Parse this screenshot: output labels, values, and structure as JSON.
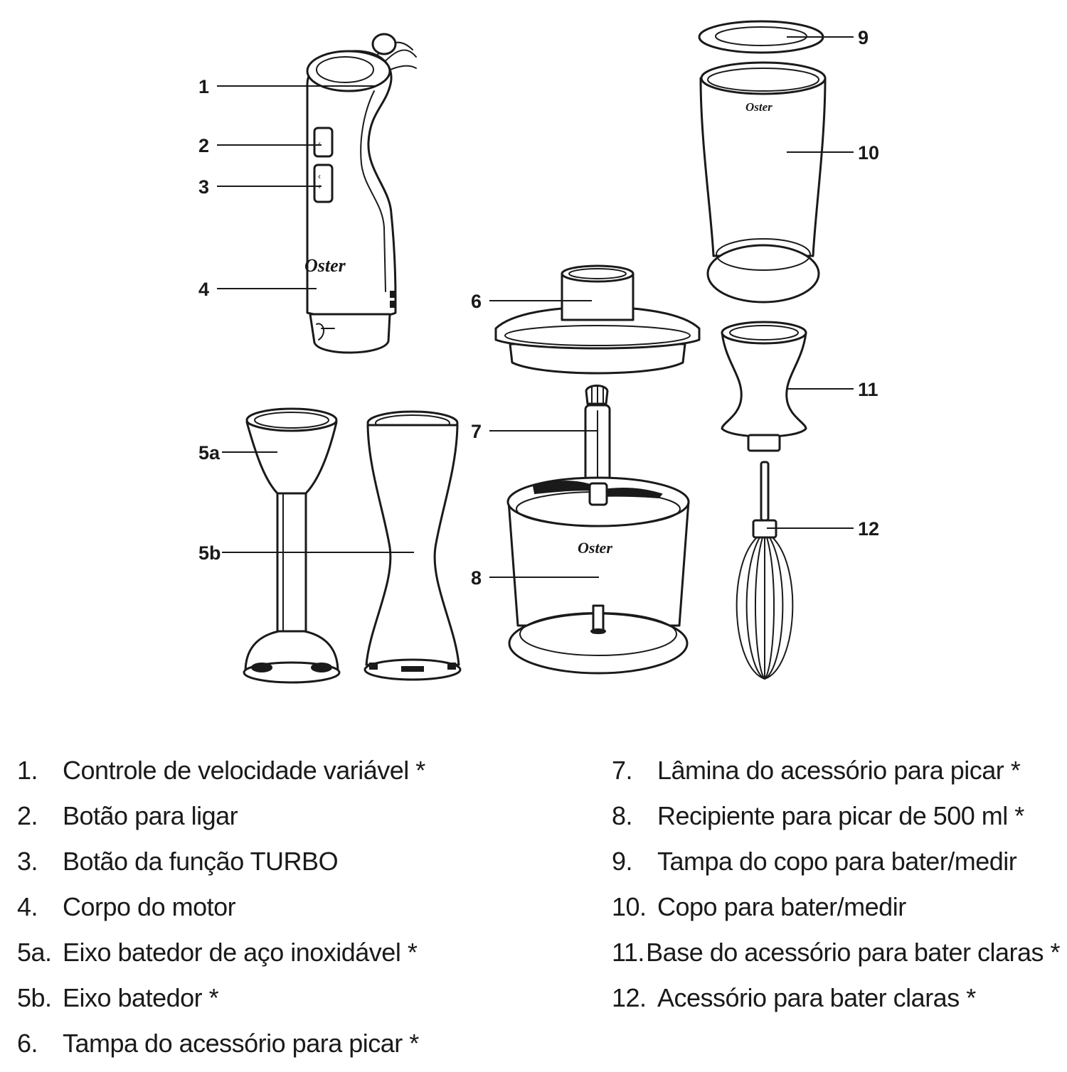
{
  "callouts": {
    "c1": "1",
    "c2": "2",
    "c3": "3",
    "c4": "4",
    "c5a": "5a",
    "c5b": "5b",
    "c6": "6",
    "c7": "7",
    "c8": "8",
    "c9": "9",
    "c10": "10",
    "c11": "11",
    "c12": "12"
  },
  "brand": "Oster",
  "legend": {
    "left": [
      {
        "num": "1.",
        "text": "Controle de velocidade variável *"
      },
      {
        "num": "2.",
        "text": "Botão para ligar"
      },
      {
        "num": "3.",
        "text": "Botão da função TURBO"
      },
      {
        "num": "4.",
        "text": "Corpo do motor"
      },
      {
        "num": "5a.",
        "text": "Eixo batedor de aço inoxidável *"
      },
      {
        "num": "5b.",
        "text": "Eixo batedor *"
      },
      {
        "num": "6.",
        "text": "Tampa do acessório para picar *"
      }
    ],
    "right": [
      {
        "num": "7.",
        "text": "Lâmina do acessório para picar *"
      },
      {
        "num": "8.",
        "text": "Recipiente para picar de 500 ml *"
      },
      {
        "num": "9.",
        "text": "Tampa do copo para bater/medir"
      },
      {
        "num": "10.",
        "text": "Copo para bater/medir"
      },
      {
        "num": "11.",
        "text": "Base do acessório para bater claras *"
      },
      {
        "num": "12.",
        "text": "Acessório para bater claras *"
      }
    ]
  }
}
